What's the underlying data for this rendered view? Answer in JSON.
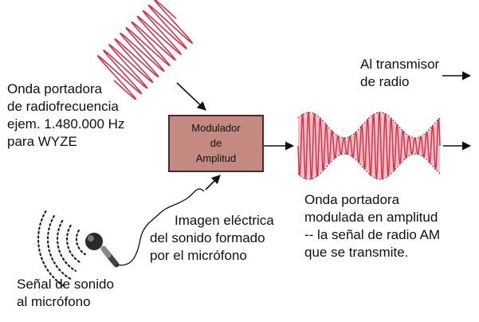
{
  "carrier_label": {
    "line1": "Onda portadora",
    "line2": "de radiofrecuencia",
    "line3": "ejem. 1.480.000 Hz",
    "line4": "para WYZE"
  },
  "modulator": {
    "line1": "Modulador",
    "line2": "de",
    "line3": "Amplitud"
  },
  "transmitter_label": {
    "line1": "Al transmisor",
    "line2": "de radio"
  },
  "am_wave_label": {
    "line1": "Onda portadora",
    "line2": "modulada en amplitud",
    "line3": "-- la señal de radio AM",
    "line4": "que se transmite."
  },
  "electric_image_label": {
    "line1": "Imagen eléctrica",
    "line2": "del sonido formado",
    "line3": "por el micrófono"
  },
  "sound_signal_label": {
    "line1": "Señal de sonido",
    "line2": "al micrófono"
  },
  "colors": {
    "carrier_wave": "#d8304a",
    "am_fill": "#f6c2c8",
    "modulator_fill": "#c48a82",
    "arrows": "#111111"
  }
}
